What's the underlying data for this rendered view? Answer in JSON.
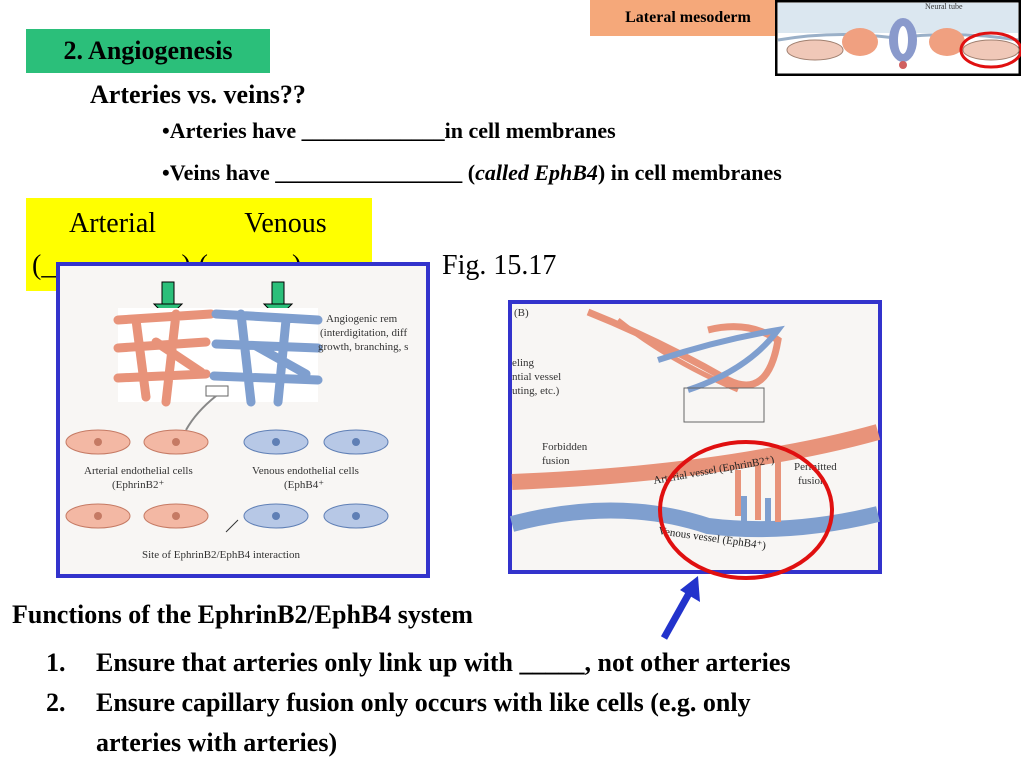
{
  "slide": {
    "title": "2. Angiogenesis",
    "subtitle": "Arteries vs. veins??",
    "bullet1_pre": "•Arteries have ",
    "bullet1_blank": "_____________",
    "bullet1_post": "in cell membranes",
    "bullet2_pre": "•Veins have ",
    "bullet2_blank": "_________________",
    "bullet2_open": " (",
    "bullet2_italic": "called EphB4",
    "bullet2_post": ") in cell membranes",
    "arterial_label": "Arterial",
    "venous_label": "Venous",
    "arterial_blank": "(__________)",
    "venous_blank": "(______)",
    "fig_label": "Fig. 15.17",
    "lateral_mesoderm": "Lateral mesoderm",
    "neural_tube": "Neural tube",
    "functions_heading": "Functions of the EphrinB2/EphB4 system",
    "functions": [
      {
        "num": "1.",
        "text": "Ensure that arteries only link up with _____, not other arteries"
      },
      {
        "num": "2.",
        "text": "Ensure capillary fusion only occurs with like cells (e.g. only"
      }
    ],
    "function2_cont": "arteries with arteries)"
  },
  "figure_a": {
    "remodel_line1": "Angiogenic rem",
    "remodel_line2": "(interdigitation, diff",
    "remodel_line3": "growth, branching, s",
    "arterial_cells": "Arterial endothelial cells",
    "arterial_marker": "(EphrinB2⁺",
    "venous_cells": "Venous endothelial cells",
    "venous_marker": "(EphB4⁺",
    "site_label": "Site of EphrinB2/EphB4 interaction"
  },
  "figure_b": {
    "panel": "(B)",
    "left1": "eling",
    "left2": "ntial vessel",
    "left3": "uting, etc.)",
    "forbidden1": "Forbidden",
    "forbidden2": "fusion",
    "permitted1": "Permitted",
    "permitted2": "fusion",
    "arterial_vessel": "Arterial vessel (EphrinB2⁺)",
    "venous_vessel": "Venous vessel (EphB4⁺)"
  },
  "colors": {
    "title_bg": "#2bbf7a",
    "lateral_bg": "#f5a87a",
    "yellow_box": "#ffff00",
    "figure_border": "#3333cc",
    "artery": "#e8937a",
    "vein": "#7f9fcf",
    "highlight_circle": "#e01010",
    "pointer_arrow": "#2233cc"
  }
}
